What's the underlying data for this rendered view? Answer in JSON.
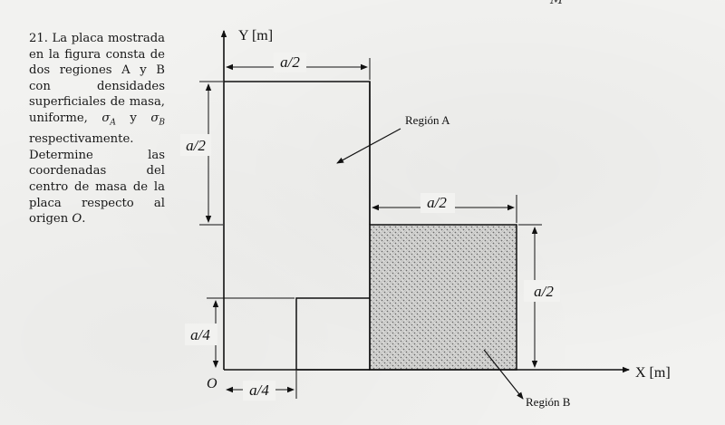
{
  "header": {
    "corner_letter": "M"
  },
  "problem": {
    "text": "21. La placa mostrada en la figura consta de dos regiones A y B con densidades superficiales de masa, uniforme, σA y σB respectivamente. Determine las coordenadas del centro de masa de la placa respecto al origen O."
  },
  "figure": {
    "y_axis_label": "Y [m]",
    "x_axis_label": "X [m]",
    "origin_label": "O",
    "dim_top_width": "a/2",
    "dim_left_height": "a/2",
    "dim_right_width": "a/2",
    "dim_right_height": "a/2",
    "dim_bottom_left_height": "a/4",
    "dim_bottom_width": "a/4",
    "region_a_label": "Región A",
    "region_b_label": "Región B"
  }
}
